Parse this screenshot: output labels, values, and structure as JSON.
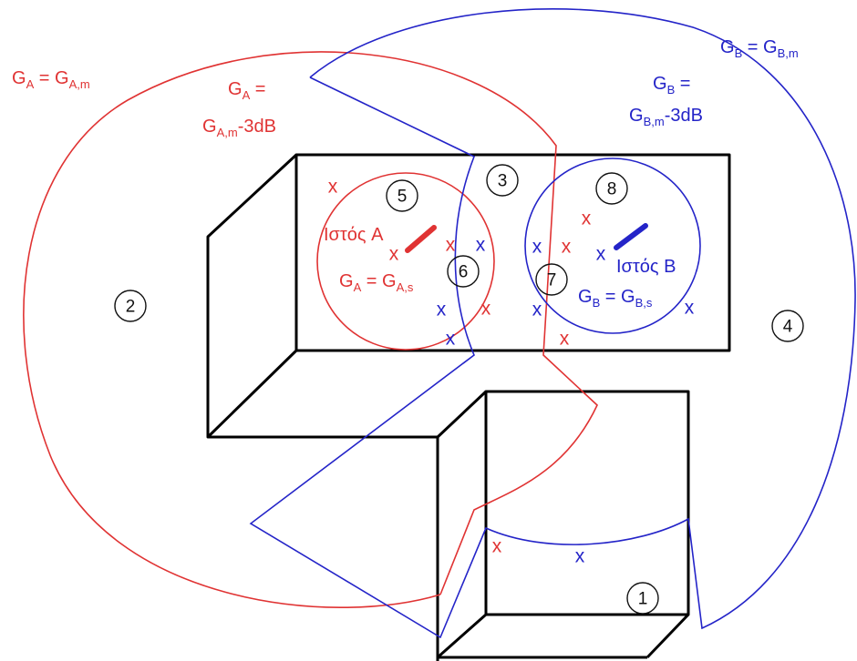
{
  "colors": {
    "a": "#e03333",
    "b": "#2424c8",
    "box": "#000000"
  },
  "labels": {
    "ga_max": {
      "main": "G",
      "sub": "A",
      "eq": " = G",
      "sub2": "A,m"
    },
    "ga_3db": {
      "line1_main": "G",
      "line1_sub": "A",
      "line1_eq": " =",
      "line2_main": "G",
      "line2_sub": "A,m",
      "line2_rest": "-3dB"
    },
    "gb_max": {
      "main": "G",
      "sub": "B",
      "eq": " = G",
      "sub2": "B,m"
    },
    "gb_3db": {
      "line1_main": "G",
      "line1_sub": "B",
      "line1_eq": " =",
      "line2_main": "G",
      "line2_sub": "B,m",
      "line2_rest": "-3dB"
    },
    "ga_s": {
      "main": "G",
      "sub": "A",
      "eq": " = G",
      "sub2": "A,s"
    },
    "gb_s": {
      "main": "G",
      "sub": "B",
      "eq": " = G",
      "sub2": "B,s"
    },
    "mast_a": "Ιστός A",
    "mast_b": "Ιστός B"
  },
  "zones": [
    "1",
    "2",
    "3",
    "4",
    "5",
    "6",
    "7",
    "8"
  ],
  "marker": "x"
}
